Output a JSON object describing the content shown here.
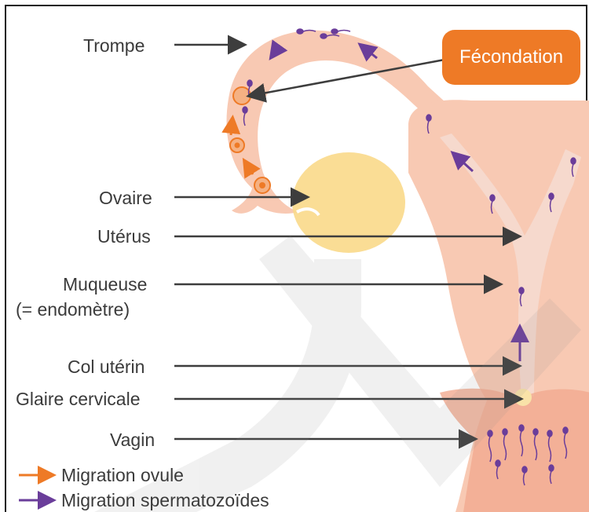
{
  "labels": {
    "trompe": "Trompe",
    "ovaire": "Ovaire",
    "uterus": "Utérus",
    "muqueuse_line1": "Muqueuse",
    "muqueuse_line2": "(= endomètre)",
    "col": "Col utérin",
    "glaire": "Glaire cervicale",
    "vagin": "Vagin"
  },
  "callout": {
    "fecondation": "Fécondation"
  },
  "legend": {
    "ovule": "Migration ovule",
    "sperm": "Migration spermatozoïdes"
  },
  "colors": {
    "tissue": "#f8c9b3",
    "tissue_dark": "#f1aa90",
    "inner": "#f6d9cd",
    "ovary": "#f9d98a",
    "orange": "#ee7a26",
    "purple": "#6a3d9a",
    "label_arrow": "#3d3d3d"
  }
}
